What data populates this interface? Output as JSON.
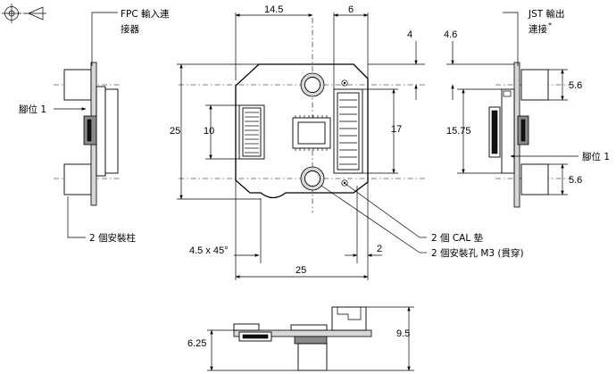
{
  "labels": {
    "fpc_connector": [
      "FPC 輸入連",
      "接器"
    ],
    "jst_connector": [
      "JST 輸出",
      "連接"
    ],
    "jst_mark": "*",
    "pin1_left": "腳位 1",
    "pin1_right": "腳位 1",
    "standoff": "2 個安裝柱",
    "cal_pad": "2 個 CAL 墊",
    "mount_hole": "2 個安裝孔 M3 (貫穿)"
  },
  "dimensions": {
    "top_width": "14.5",
    "top_right": "6",
    "top_offset": "4",
    "right_offset": "4.6",
    "height_25": "25",
    "fpc_10": "10",
    "span_17": "17",
    "span_1575": "15.75",
    "pad_56_top": "5.6",
    "pad_56_bot": "5.6",
    "chamfer": "4.5 x 45°",
    "edge_2": "2",
    "width_25": "25",
    "side_625": "6.25",
    "side_95": "9.5"
  }
}
